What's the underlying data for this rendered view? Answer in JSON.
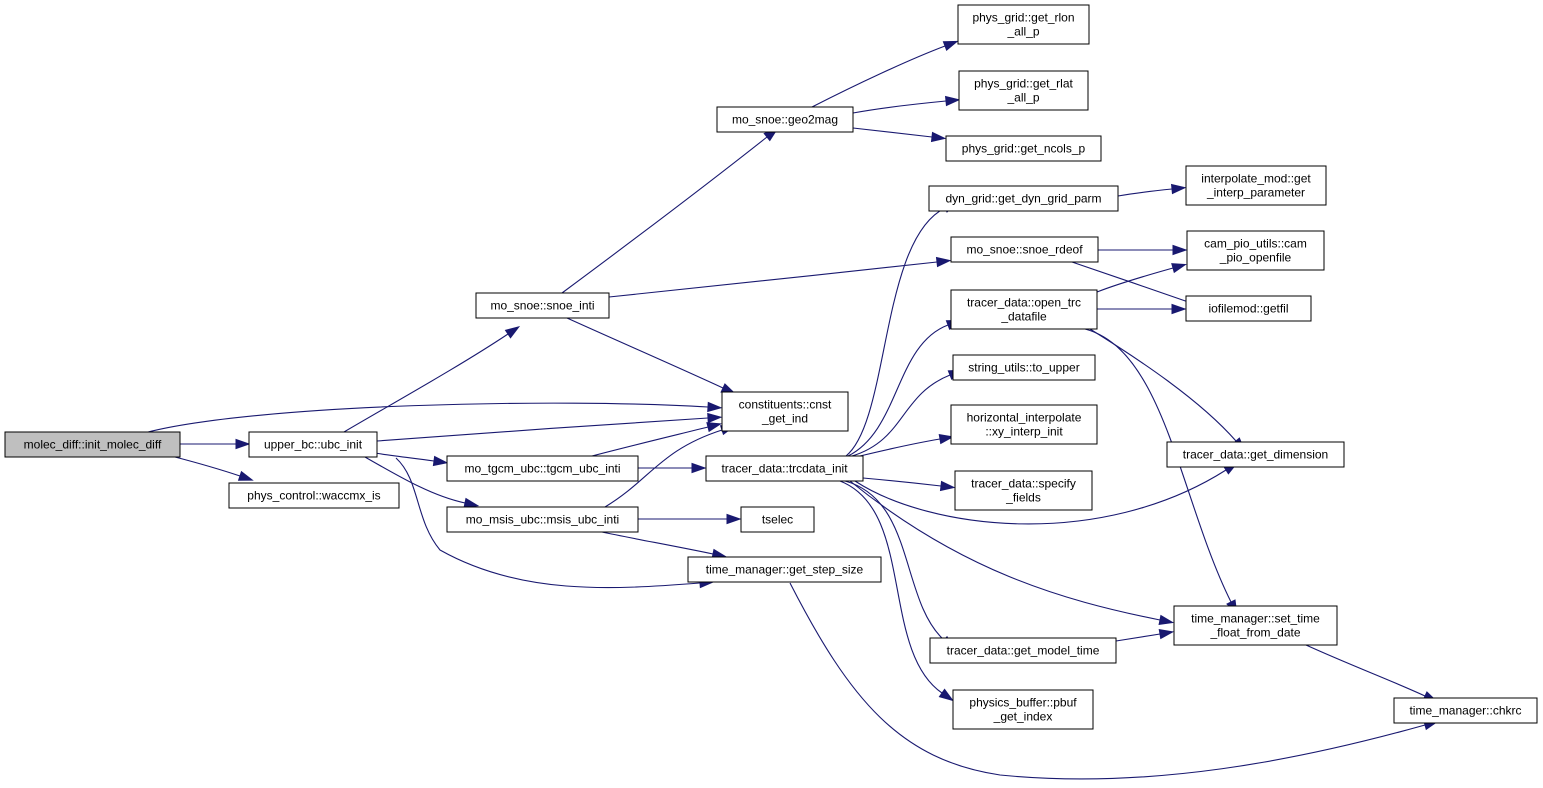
{
  "colors": {
    "edge": "#191970",
    "node_border": "#000000",
    "root_fill": "#bfbfbf",
    "node_fill": "#ffffff"
  },
  "nodes": {
    "init_molec_diff": {
      "lines": [
        "molec_diff::init_molec_diff"
      ]
    },
    "ubc_init": {
      "lines": [
        "upper_bc::ubc_init"
      ]
    },
    "waccmx_is": {
      "lines": [
        "phys_control::waccmx_is"
      ]
    },
    "snoe_inti": {
      "lines": [
        "mo_snoe::snoe_inti"
      ]
    },
    "tgcm_ubc_inti": {
      "lines": [
        "mo_tgcm_ubc::tgcm_ubc_inti"
      ]
    },
    "msis_ubc_inti": {
      "lines": [
        "mo_msis_ubc::msis_ubc_inti"
      ]
    },
    "geo2mag": {
      "lines": [
        "mo_snoe::geo2mag"
      ]
    },
    "cnst_get_ind": {
      "lines": [
        "constituents::cnst",
        "_get_ind"
      ]
    },
    "trcdata_init": {
      "lines": [
        "tracer_data::trcdata_init"
      ]
    },
    "tselec": {
      "lines": [
        "tselec"
      ]
    },
    "get_step_size": {
      "lines": [
        "time_manager::get_step_size"
      ]
    },
    "get_rlon": {
      "lines": [
        "phys_grid::get_rlon",
        "_all_p"
      ]
    },
    "get_rlat": {
      "lines": [
        "phys_grid::get_rlat",
        "_all_p"
      ]
    },
    "get_ncols": {
      "lines": [
        "phys_grid::get_ncols_p"
      ]
    },
    "get_dyn_grid_parm": {
      "lines": [
        "dyn_grid::get_dyn_grid_parm"
      ]
    },
    "snoe_rdeof": {
      "lines": [
        "mo_snoe::snoe_rdeof"
      ]
    },
    "open_trc": {
      "lines": [
        "tracer_data::open_trc",
        "_datafile"
      ]
    },
    "to_upper": {
      "lines": [
        "string_utils::to_upper"
      ]
    },
    "xy_interp": {
      "lines": [
        "horizontal_interpolate",
        "::xy_interp_init"
      ]
    },
    "specify_fields": {
      "lines": [
        "tracer_data::specify",
        "_fields"
      ]
    },
    "get_model_time": {
      "lines": [
        "tracer_data::get_model_time"
      ]
    },
    "pbuf_get_index": {
      "lines": [
        "physics_buffer::pbuf",
        "_get_index"
      ]
    },
    "get_interp": {
      "lines": [
        "interpolate_mod::get",
        "_interp_parameter"
      ]
    },
    "cam_pio": {
      "lines": [
        "cam_pio_utils::cam",
        "_pio_openfile"
      ]
    },
    "getfil": {
      "lines": [
        "iofilemod::getfil"
      ]
    },
    "get_dimension": {
      "lines": [
        "tracer_data::get_dimension"
      ]
    },
    "set_time": {
      "lines": [
        "time_manager::set_time",
        "_float_from_date"
      ]
    },
    "chkrc": {
      "lines": [
        "time_manager::chkrc"
      ]
    }
  },
  "edges": [
    [
      "init_molec_diff",
      "ubc_init"
    ],
    [
      "init_molec_diff",
      "waccmx_is"
    ],
    [
      "init_molec_diff",
      "cnst_get_ind"
    ],
    [
      "ubc_init",
      "snoe_inti"
    ],
    [
      "ubc_init",
      "cnst_get_ind"
    ],
    [
      "ubc_init",
      "tgcm_ubc_inti"
    ],
    [
      "ubc_init",
      "msis_ubc_inti"
    ],
    [
      "ubc_init",
      "get_step_size"
    ],
    [
      "snoe_inti",
      "geo2mag"
    ],
    [
      "snoe_inti",
      "cnst_get_ind"
    ],
    [
      "snoe_inti",
      "snoe_rdeof"
    ],
    [
      "tgcm_ubc_inti",
      "cnst_get_ind"
    ],
    [
      "tgcm_ubc_inti",
      "trcdata_init"
    ],
    [
      "msis_ubc_inti",
      "cnst_get_ind"
    ],
    [
      "msis_ubc_inti",
      "tselec"
    ],
    [
      "msis_ubc_inti",
      "get_step_size"
    ],
    [
      "geo2mag",
      "get_rlon"
    ],
    [
      "geo2mag",
      "get_rlat"
    ],
    [
      "geo2mag",
      "get_ncols"
    ],
    [
      "trcdata_init",
      "get_dyn_grid_parm"
    ],
    [
      "trcdata_init",
      "open_trc"
    ],
    [
      "trcdata_init",
      "to_upper"
    ],
    [
      "trcdata_init",
      "xy_interp"
    ],
    [
      "trcdata_init",
      "specify_fields"
    ],
    [
      "trcdata_init",
      "get_dimension"
    ],
    [
      "trcdata_init",
      "set_time"
    ],
    [
      "trcdata_init",
      "get_model_time"
    ],
    [
      "trcdata_init",
      "pbuf_get_index"
    ],
    [
      "get_dyn_grid_parm",
      "get_interp"
    ],
    [
      "snoe_rdeof",
      "cam_pio"
    ],
    [
      "snoe_rdeof",
      "getfil"
    ],
    [
      "open_trc",
      "cam_pio"
    ],
    [
      "open_trc",
      "getfil"
    ],
    [
      "open_trc",
      "get_dimension"
    ],
    [
      "open_trc",
      "set_time"
    ],
    [
      "get_model_time",
      "set_time"
    ],
    [
      "set_time",
      "chkrc"
    ],
    [
      "get_step_size",
      "chkrc"
    ]
  ]
}
